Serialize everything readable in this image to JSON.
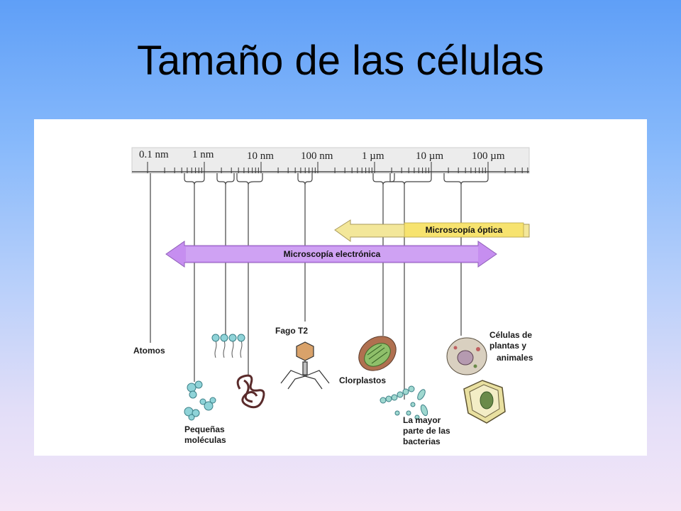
{
  "title": "Tamaño de las células",
  "scale": {
    "ticks": [
      "0.1 nm",
      "1 nm",
      "10 nm",
      "100 nm",
      "1 µm",
      "10 µm",
      "100 µm"
    ]
  },
  "bands": {
    "optical": "Microscopía óptica",
    "electronic": "Microscopía electrónica"
  },
  "labels": {
    "atoms": "Atomos",
    "small_molecules_1": "Pequeñas",
    "small_molecules_2": "moléculas",
    "phage": "Fago T2",
    "chloroplasts": "Clorplastos",
    "bacteria_1": "La mayor",
    "bacteria_2": "parte de las",
    "bacteria_3": "bacterias",
    "cells_1": "Células de",
    "cells_2": "plantas y",
    "cells_3": "animales"
  },
  "colors": {
    "optical_band": "#f3e79a",
    "electronic_band": "#c68ef0",
    "ruler": "#ececec"
  }
}
